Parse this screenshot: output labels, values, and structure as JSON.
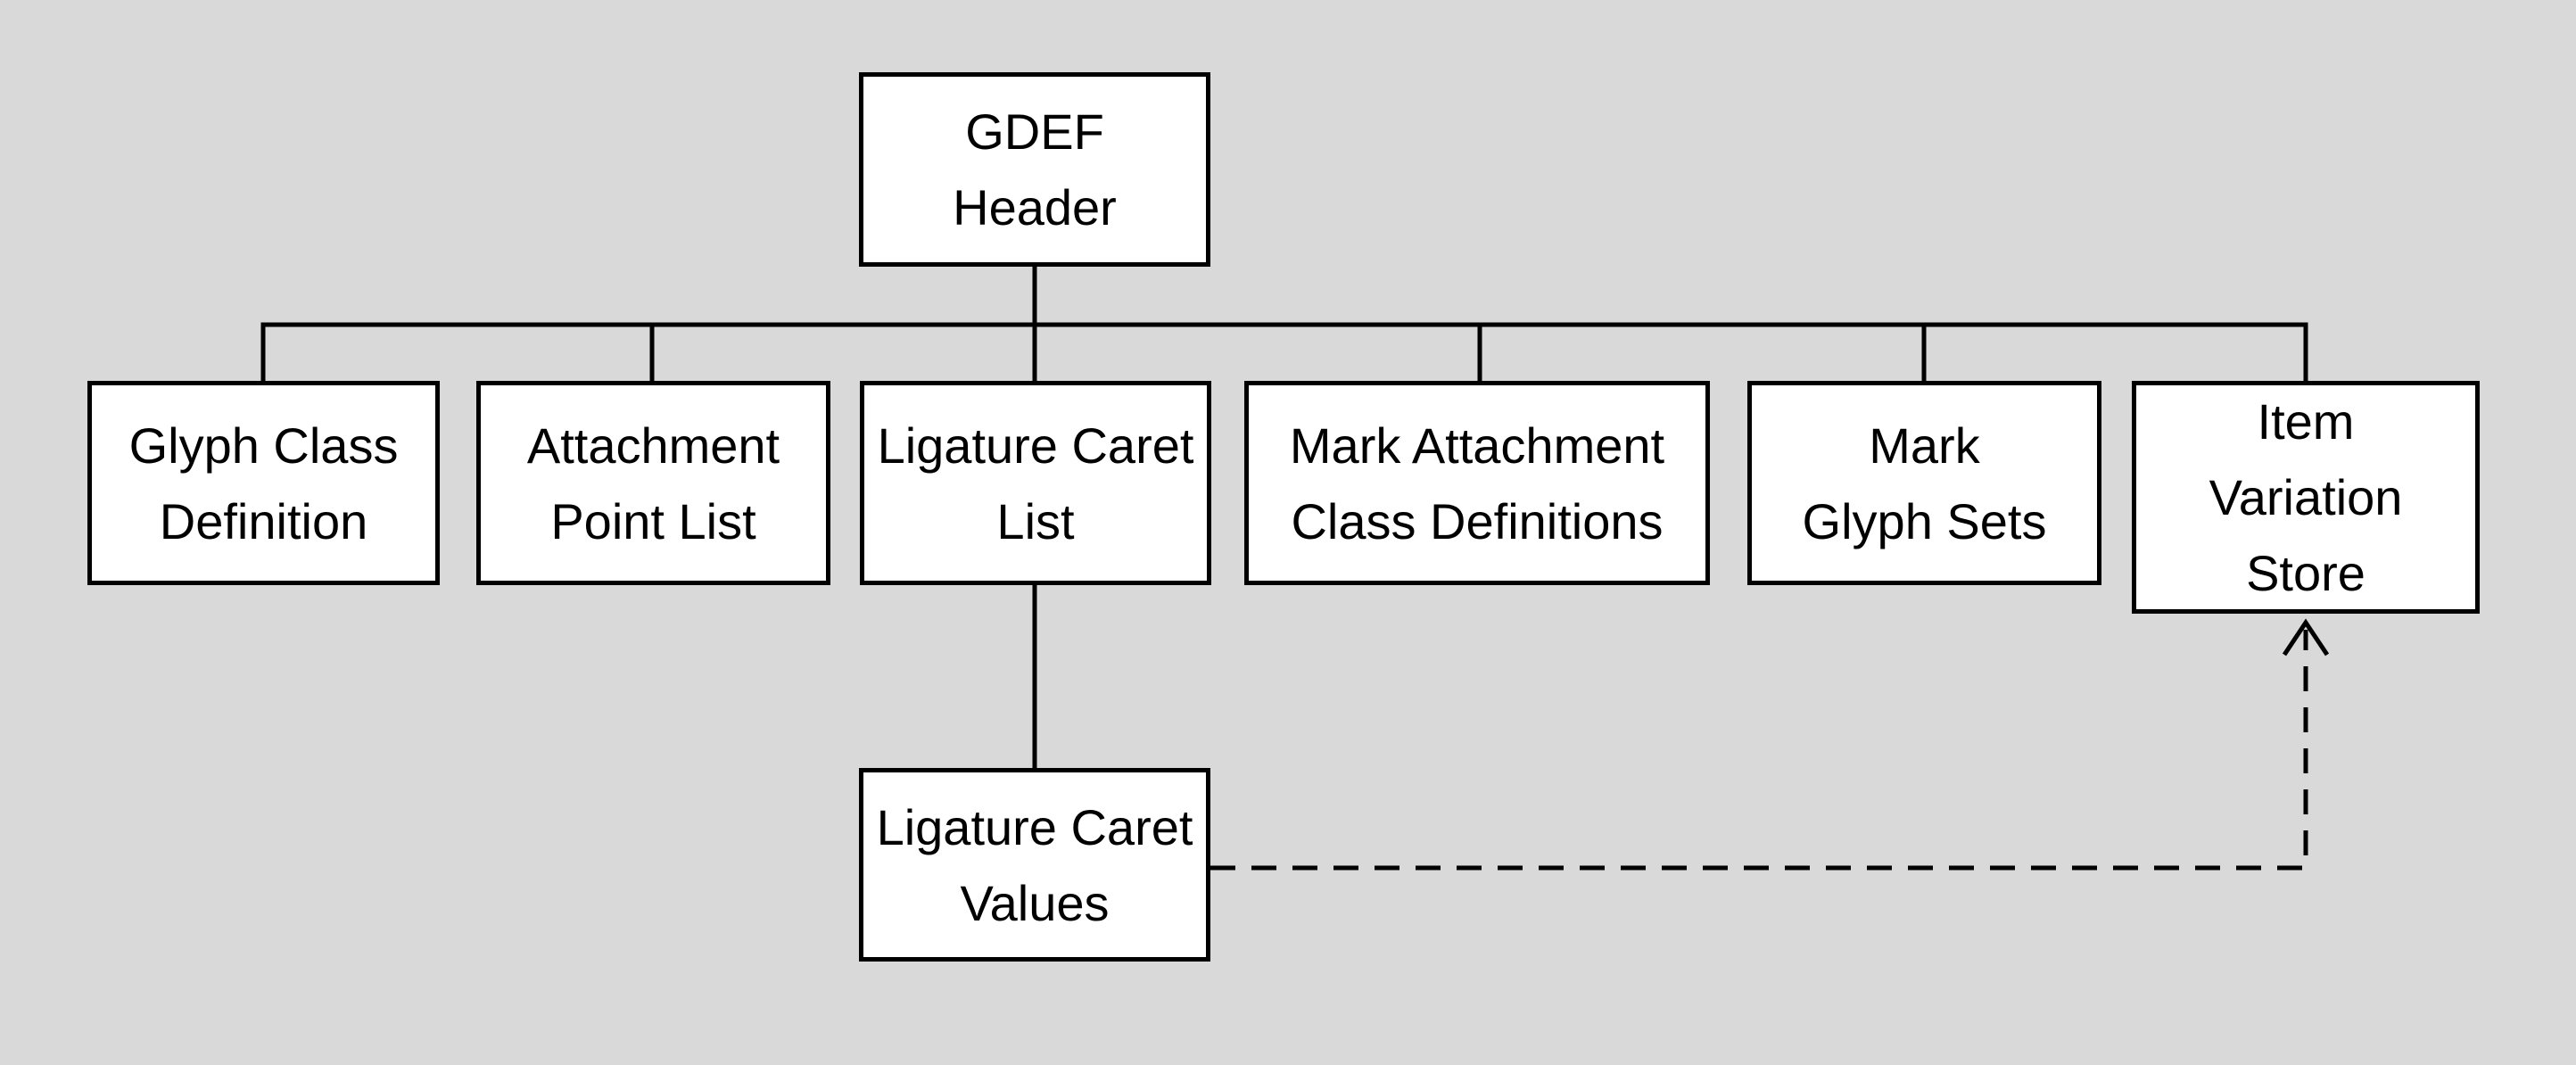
{
  "diagram": {
    "kind": "block-diagram",
    "background_color": "#d9d9d9",
    "box_fill_color": "#ffffff",
    "box_border_color": "#000000",
    "connector_color": "#000000"
  },
  "nodes": [
    {
      "id": "gdef-header",
      "lines": [
        "GDEF",
        "Header"
      ]
    },
    {
      "id": "glyph-class-definition",
      "lines": [
        "Glyph Class",
        "Definition"
      ]
    },
    {
      "id": "attachment-point-list",
      "lines": [
        "Attachment",
        "Point List"
      ]
    },
    {
      "id": "ligature-caret-list",
      "lines": [
        "Ligature Caret",
        "List"
      ]
    },
    {
      "id": "mark-attachment-class-definitions",
      "lines": [
        "Mark Attachment",
        "Class Definitions"
      ]
    },
    {
      "id": "mark-glyph-sets",
      "lines": [
        "Mark",
        "Glyph Sets"
      ]
    },
    {
      "id": "item-variation-store",
      "lines": [
        "Item",
        "Variation",
        "Store"
      ]
    },
    {
      "id": "ligature-caret-values",
      "lines": [
        "Ligature Caret",
        "Values"
      ]
    }
  ],
  "edges": [
    {
      "from": "gdef-header",
      "to": "glyph-class-definition",
      "style": "solid"
    },
    {
      "from": "gdef-header",
      "to": "attachment-point-list",
      "style": "solid"
    },
    {
      "from": "gdef-header",
      "to": "ligature-caret-list",
      "style": "solid"
    },
    {
      "from": "gdef-header",
      "to": "mark-attachment-class-definitions",
      "style": "solid"
    },
    {
      "from": "gdef-header",
      "to": "mark-glyph-sets",
      "style": "solid"
    },
    {
      "from": "gdef-header",
      "to": "item-variation-store",
      "style": "solid"
    },
    {
      "from": "ligature-caret-list",
      "to": "ligature-caret-values",
      "style": "solid"
    },
    {
      "from": "ligature-caret-values",
      "to": "item-variation-store",
      "style": "dashed",
      "arrowhead": "open-up"
    }
  ]
}
